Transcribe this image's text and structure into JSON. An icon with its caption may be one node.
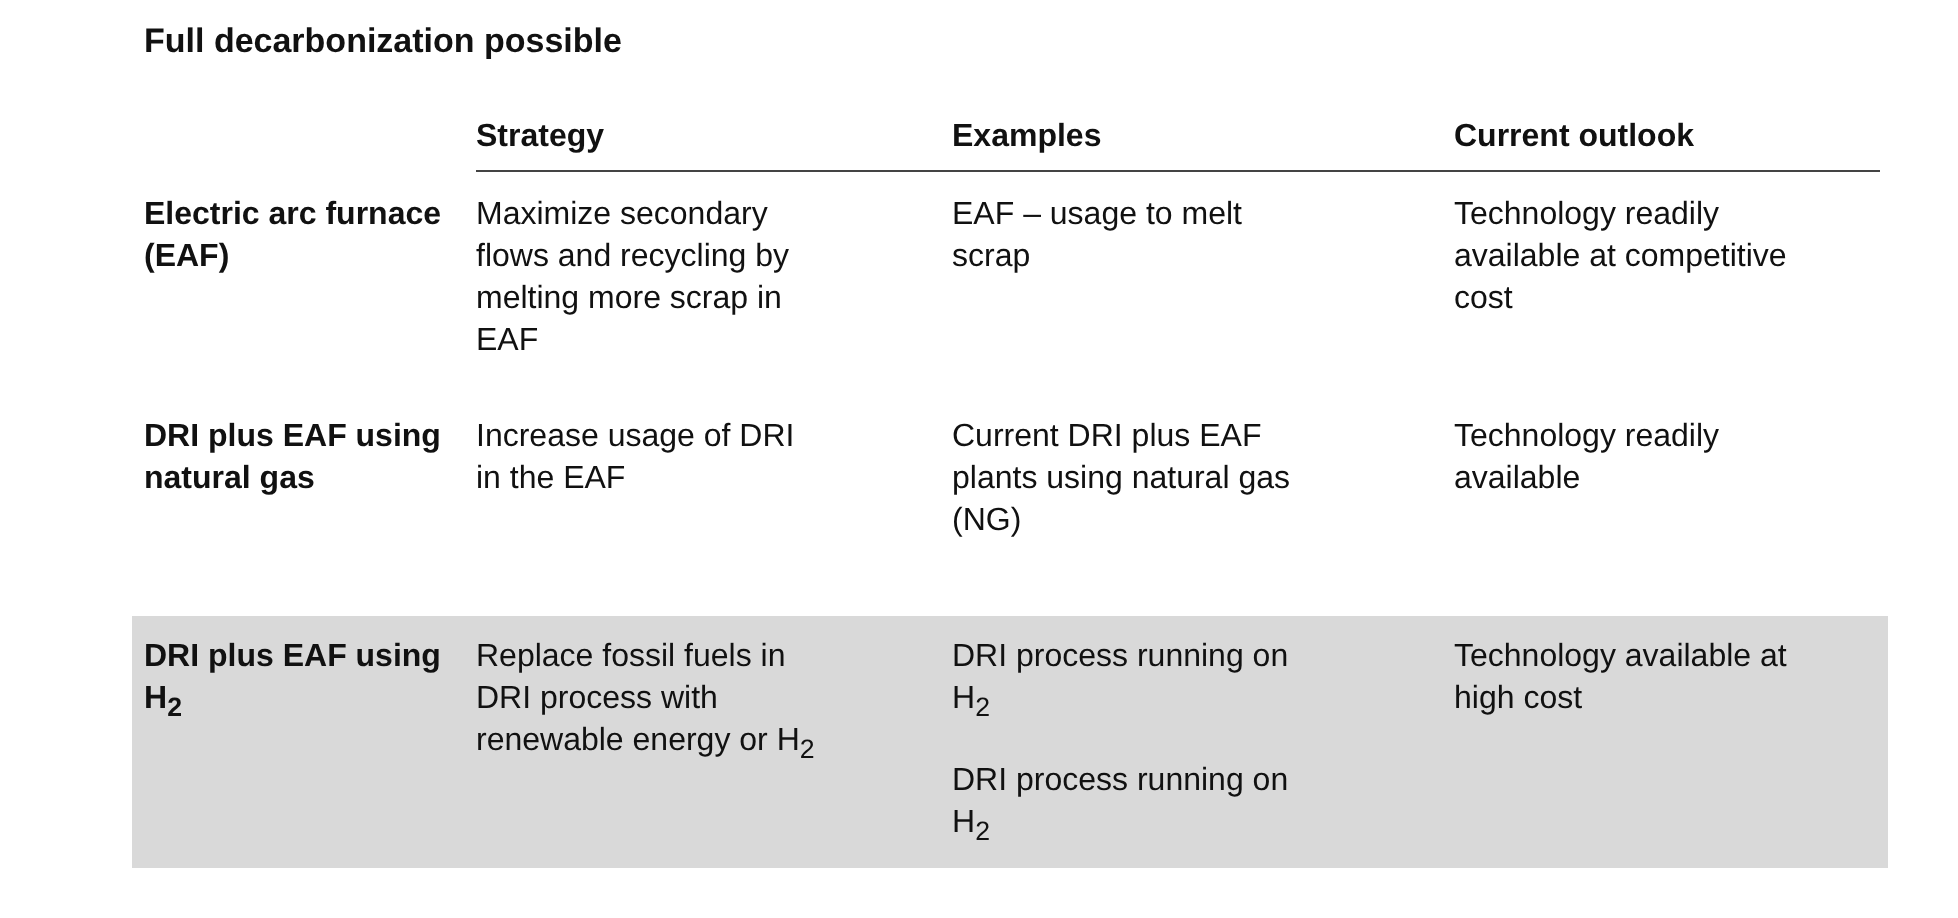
{
  "diagram": {
    "title": "Full decarbonization possible",
    "labels": [
      "Strategy",
      "Examples",
      "Current outlook",
      "Electric arc furnace (EAF)",
      "Maximize secondary flows and recycling by melting more scrap in EAF",
      "EAF – usage to melt scrap",
      "Technology readily available at competitive cost",
      "DRI plus EAF using natural gas",
      "Increase usage of DRI in the EAF",
      "Current DRI plus EAF plants using natural gas (NG)",
      "Technology readily available",
      "DRI plus EAF using H$_{2}$",
      "Replace fossil fuels in DRI process with renewable energy or H$_{2}$",
      "DRI process running on H$_{2}$",
      "DRI process running on H$_{2}$",
      "Technology available at high cost"
    ]
  }
}
